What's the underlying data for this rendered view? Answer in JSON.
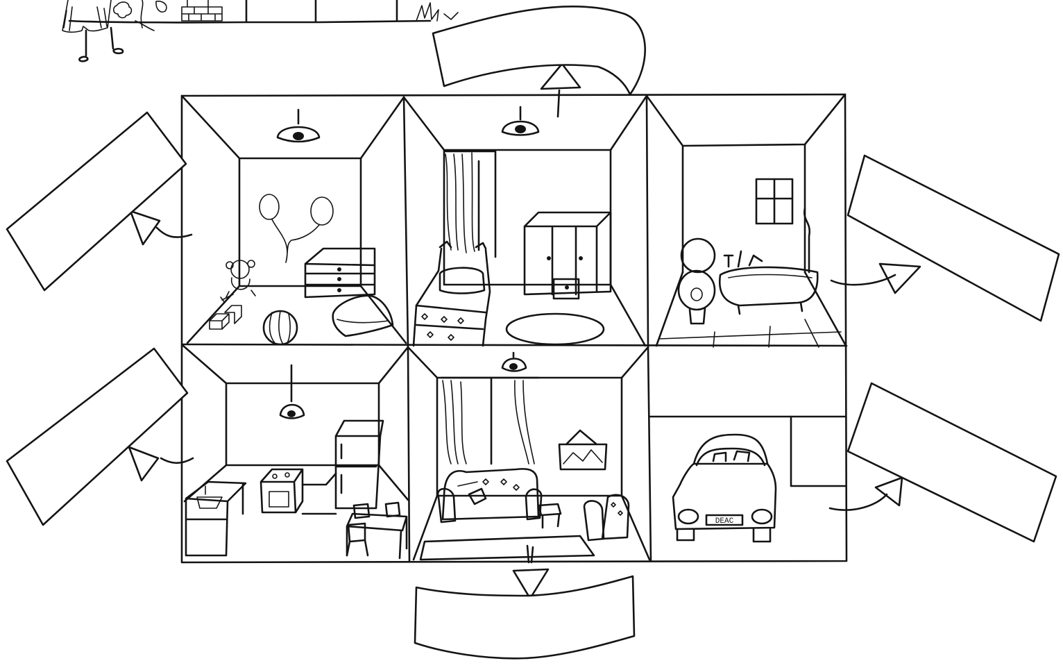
{
  "worksheet": {
    "rooms": [
      {
        "id": "nursery",
        "icon": "teddy-bear-icon"
      },
      {
        "id": "bedroom",
        "icon": "bed-icon"
      },
      {
        "id": "bathroom",
        "icon": "bathtub-icon"
      },
      {
        "id": "kitchen",
        "icon": "stove-icon"
      },
      {
        "id": "living-room",
        "icon": "sofa-icon"
      },
      {
        "id": "garage",
        "icon": "car-icon"
      }
    ],
    "label_boxes": [
      {
        "id": "top",
        "value": ""
      },
      {
        "id": "upper-left",
        "value": ""
      },
      {
        "id": "upper-right",
        "value": ""
      },
      {
        "id": "lower-left",
        "value": ""
      },
      {
        "id": "lower-right",
        "value": ""
      },
      {
        "id": "bottom",
        "value": ""
      }
    ],
    "car_plate": "DEAC"
  }
}
